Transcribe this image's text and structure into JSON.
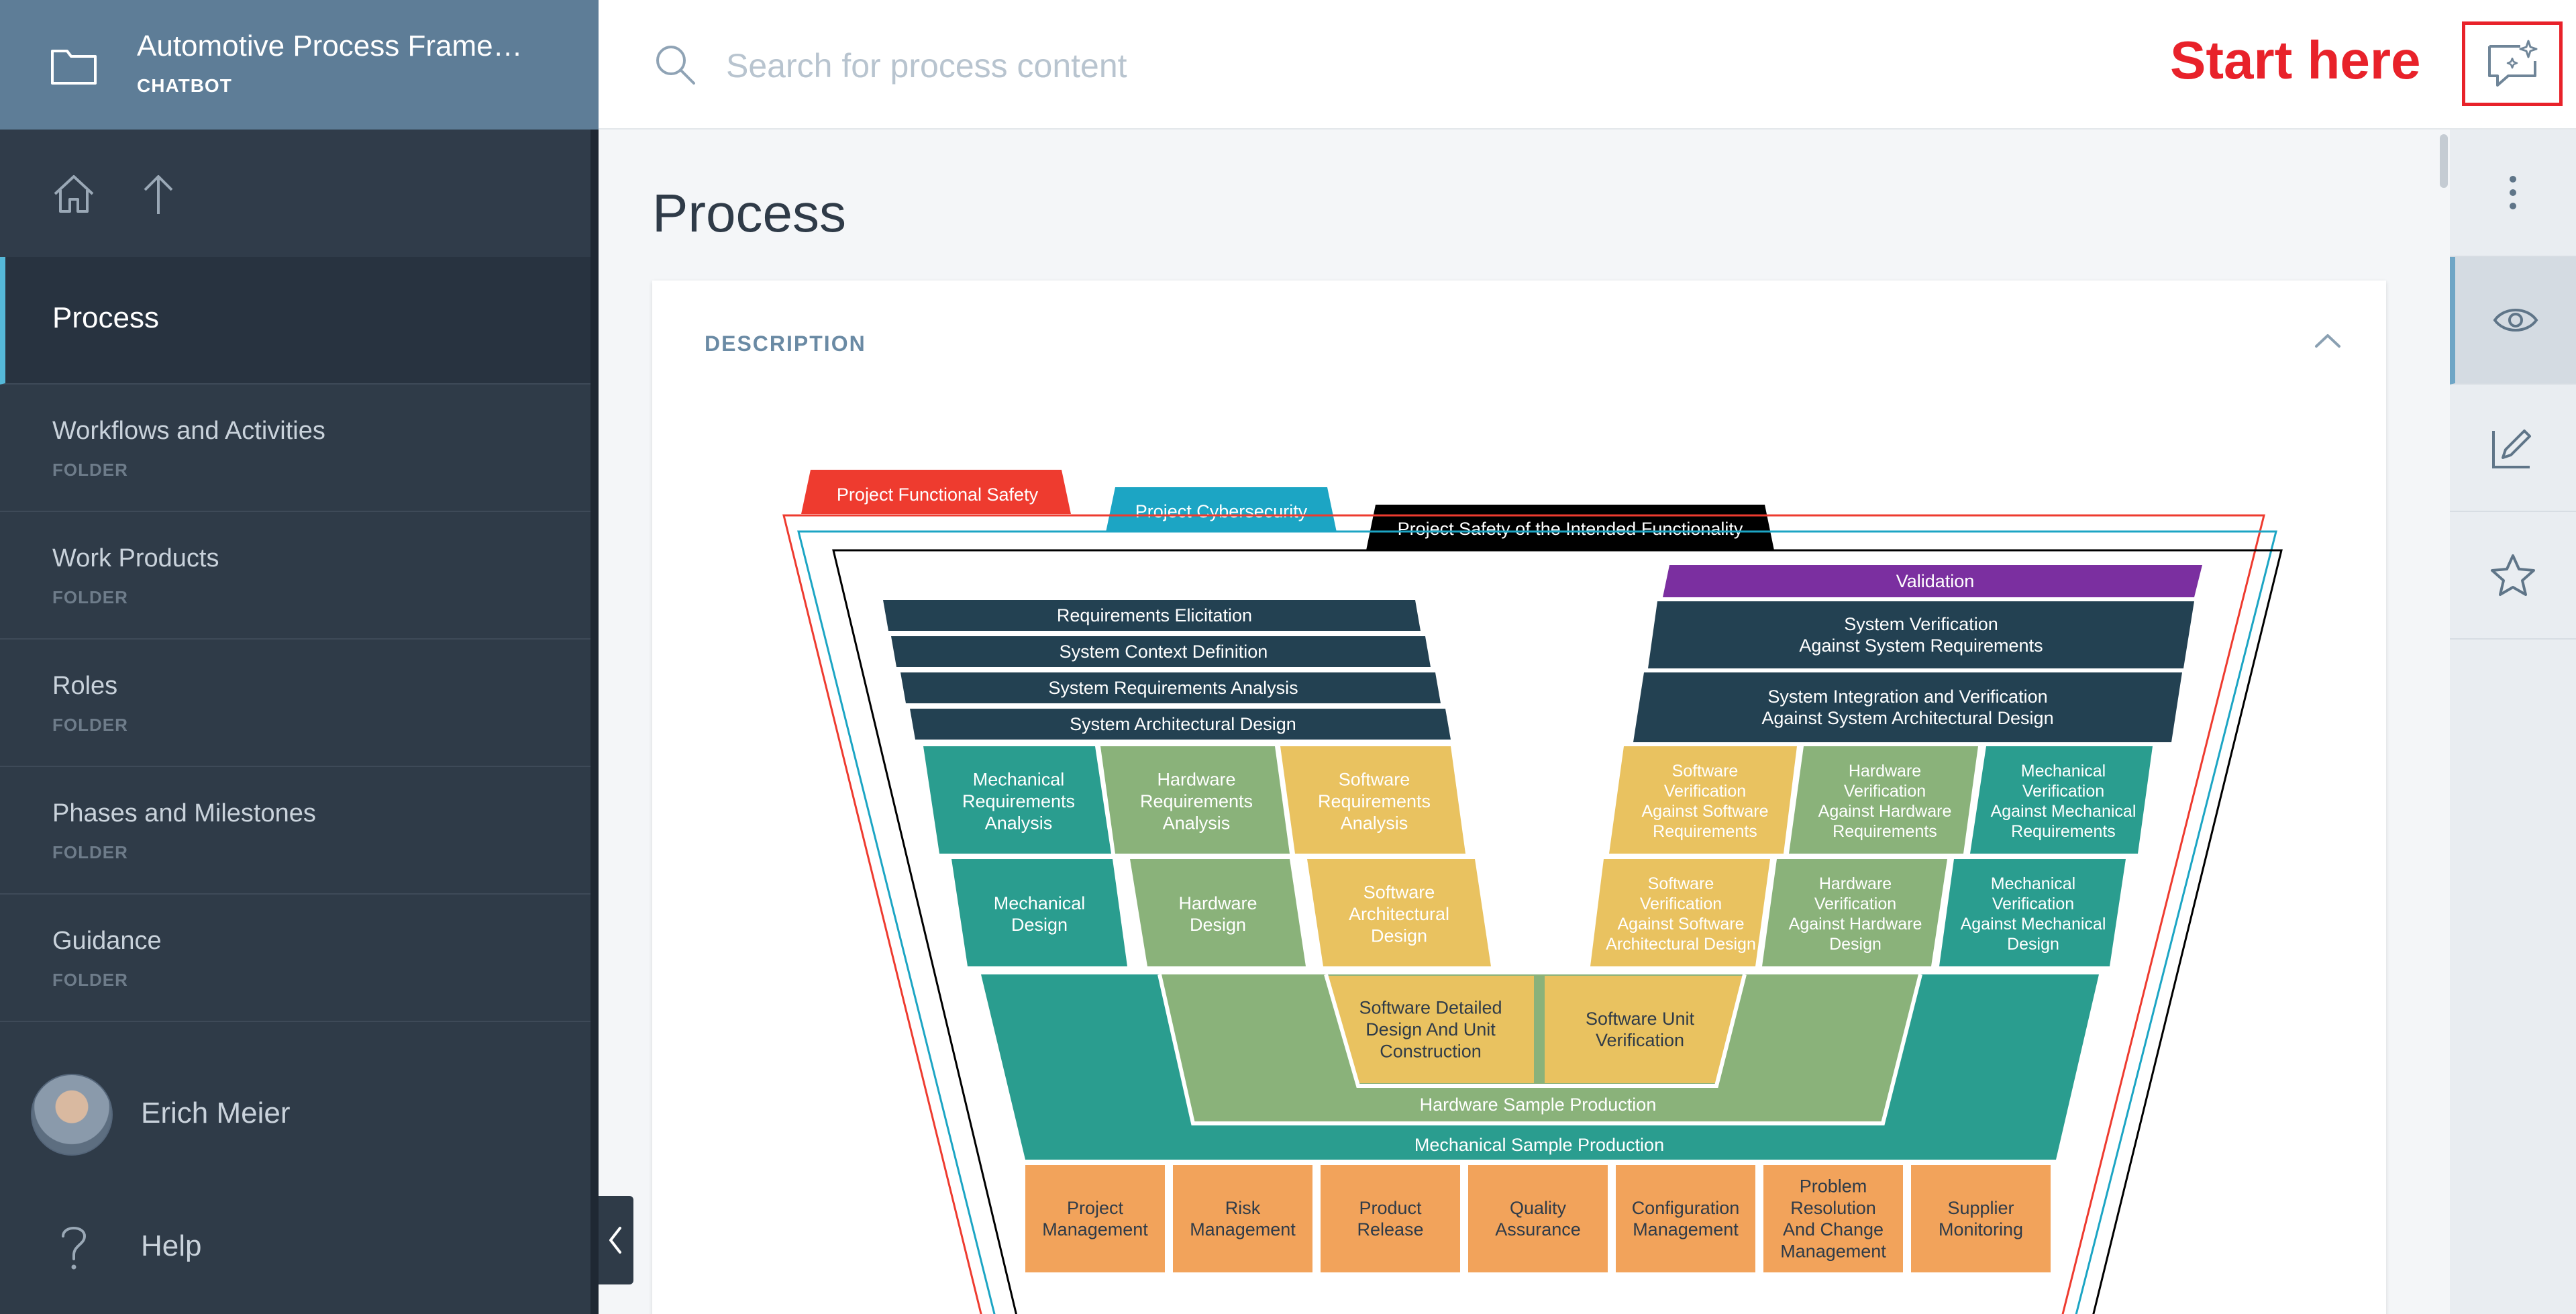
{
  "app": {
    "title": "Automotive Process Frame…",
    "subtitle": "CHATBOT"
  },
  "sidebar": {
    "items": [
      {
        "label": "Process",
        "sub": ""
      },
      {
        "label": "Workflows and Activities",
        "sub": "FOLDER"
      },
      {
        "label": "Work Products",
        "sub": "FOLDER"
      },
      {
        "label": "Roles",
        "sub": "FOLDER"
      },
      {
        "label": "Phases and Milestones",
        "sub": "FOLDER"
      },
      {
        "label": "Guidance",
        "sub": "FOLDER"
      }
    ],
    "user": "Erich Meier",
    "help": "Help"
  },
  "search": {
    "placeholder": "Search for process content"
  },
  "callout": "Start here",
  "main": {
    "title": "Process",
    "section_label": "DESCRIPTION"
  },
  "colors": {
    "accent": "#55b8d8",
    "callout_red": "#e8222a",
    "tab_fusa": "#ee3b2f",
    "tab_cyber": "#1ca5c4",
    "tab_sotif": "#000000",
    "validation": "#7b2fa0",
    "dark": "#234152",
    "mech": "#2a9d8f",
    "hw": "#8ab27a",
    "sw": "#e9c260",
    "support": "#f2a35b"
  },
  "vmodel": {
    "tabs": {
      "fusa": "Project Functional Safety",
      "cyber": "Project Cybersecurity",
      "sotif": "Project Safety of the Intended Functionality"
    },
    "validation": "Validation",
    "left_system": [
      "Requirements Elicitation",
      "System Context Definition",
      "System Requirements Analysis",
      "System Architectural Design"
    ],
    "right_system": [
      [
        "System Verification",
        "Against System Requirements"
      ],
      [
        "System Integration and Verification",
        "Against System Architectural Design"
      ]
    ],
    "left_req": [
      [
        "Mechanical",
        "Requirements",
        "Analysis"
      ],
      [
        "Hardware",
        "Requirements",
        "Analysis"
      ],
      [
        "Software",
        "Requirements",
        "Analysis"
      ]
    ],
    "right_req": [
      [
        "Software",
        "Verification",
        "Against Software",
        "Requirements"
      ],
      [
        "Hardware",
        "Verification",
        "Against Hardware",
        "Requirements"
      ],
      [
        "Mechanical",
        "Verification",
        "Against Mechanical",
        "Requirements"
      ]
    ],
    "left_design": [
      [
        "Mechanical",
        "Design"
      ],
      [
        "Hardware",
        "Design"
      ],
      [
        "Software",
        "Architectural",
        "Design"
      ]
    ],
    "right_design": [
      [
        "Software",
        "Verification",
        "Against Software",
        "Architectural Design"
      ],
      [
        "Hardware",
        "Verification",
        "Against Hardware",
        "Design"
      ],
      [
        "Mechanical",
        "Verification",
        "Against Mechanical",
        "Design"
      ]
    ],
    "sw_detailed": [
      "Software Detailed",
      "Design And Unit",
      "Construction"
    ],
    "sw_unit_verif": [
      "Software Unit",
      "Verification"
    ],
    "hw_sample": "Hardware Sample Production",
    "mech_sample": "Mechanical Sample Production",
    "support": [
      [
        "Project",
        "Management"
      ],
      [
        "Risk",
        "Management"
      ],
      [
        "Product",
        "Release"
      ],
      [
        "Quality",
        "Assurance"
      ],
      [
        "Configuration",
        "Management"
      ],
      [
        "Problem",
        "Resolution",
        "And Change",
        "Management"
      ],
      [
        "Supplier",
        "Monitoring"
      ]
    ]
  }
}
